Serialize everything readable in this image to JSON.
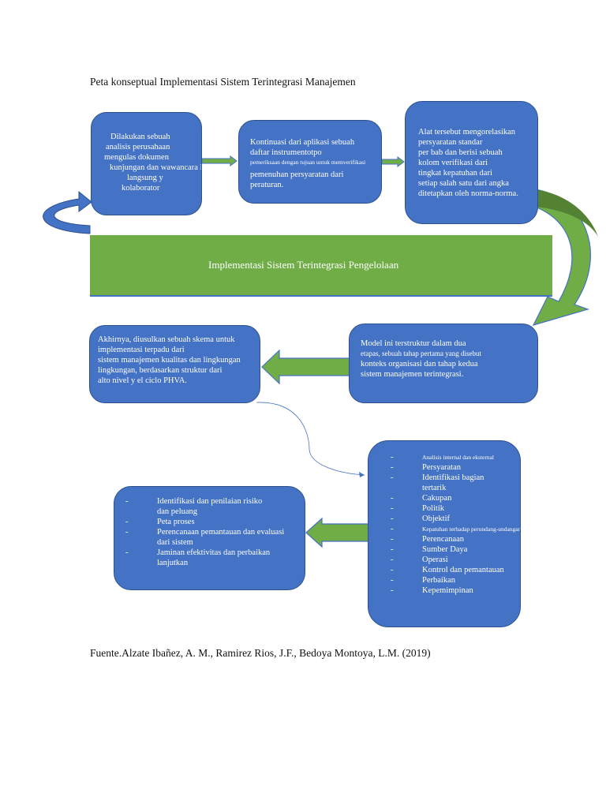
{
  "title": "Peta konseptual Implementasi Sistem Terintegrasi Manajemen",
  "box1": [
    "Dilakukan sebuah",
    "analisis perusahaan",
    "mengulas dokumen",
    "kunjungan dan wawancara l",
    "langsung y",
    "kolaborator"
  ],
  "box2": {
    "line1": "Kontinuasi dari aplikasi sebuah",
    "line2": "daftar instrumentotpo",
    "line3": "pemeriksaan dengan tujuan untuk memverifikasi",
    "line4": "pemenuhan persyaratan dari",
    "line5": "peraturan."
  },
  "box3": [
    "Alat tersebut mengorelasikan",
    "persyaratan standar",
    "per bab dan berisi sebuah",
    "kolom verifikasi dari",
    "tingkat kepatuhan dari",
    "setiap salah satu dari angka",
    "ditetapkan oleh norma-norma."
  ],
  "banner": "Implementasi Sistem Terintegrasi Pengelolaan",
  "box4": [
    "Model ini terstruktur dalam dua",
    "etapas, sebuah tahap pertama yang disebut",
    "konteks organisasi dan tahap kedua",
    "sistem manajemen terintegrasi."
  ],
  "box5": [
    "Akhirnya, diusulkan sebuah skema untuk",
    "implementasi terpadu dari",
    "sistem manajemen kualitas dan lingkungan",
    "lingkungan, berdasarkan struktur dari",
    "alto nivel y el ciclo PHVA."
  ],
  "box6": [
    {
      "text": "Analisis internal dan eksternal",
      "small": true
    },
    {
      "text": "Persyaratan"
    },
    {
      "text": "Identifikasi bagian",
      "cont": "tertarik"
    },
    {
      "text": "Cakupan"
    },
    {
      "text": "Politik"
    },
    {
      "text": "Objektif"
    },
    {
      "text": "Kepatuhan terhadap perundang-undangan",
      "small": true
    },
    {
      "text": "Perencanaan"
    },
    {
      "text": "Sumber Daya"
    },
    {
      "text": "Operasi"
    },
    {
      "text": "Kontrol dan pemantauan"
    },
    {
      "text": "Perbaikan"
    },
    {
      "text": "Kepemimpinan"
    }
  ],
  "box7": [
    {
      "text": "Identifikasi dan penilaian risiko",
      "cont": "dan peluang"
    },
    {
      "text": "Peta proses"
    },
    {
      "text": "Perencanaan pemantauan dan evaluasi",
      "cont": "dari sistem"
    },
    {
      "text": "Jaminan efektivitas dan perbaikan",
      "cont": "lanjutkan"
    }
  ],
  "footer": "Fuente.Alzate Ibañez, A. M., Ramirez Rios, J.F., Bedoya Montoya, L.M. (2019)",
  "colors": {
    "box": "#4472c4",
    "box_border": "#2f528f",
    "arrow": "#70ad47",
    "arrow_border": "#4472c4",
    "curve_dark": "#548235"
  }
}
